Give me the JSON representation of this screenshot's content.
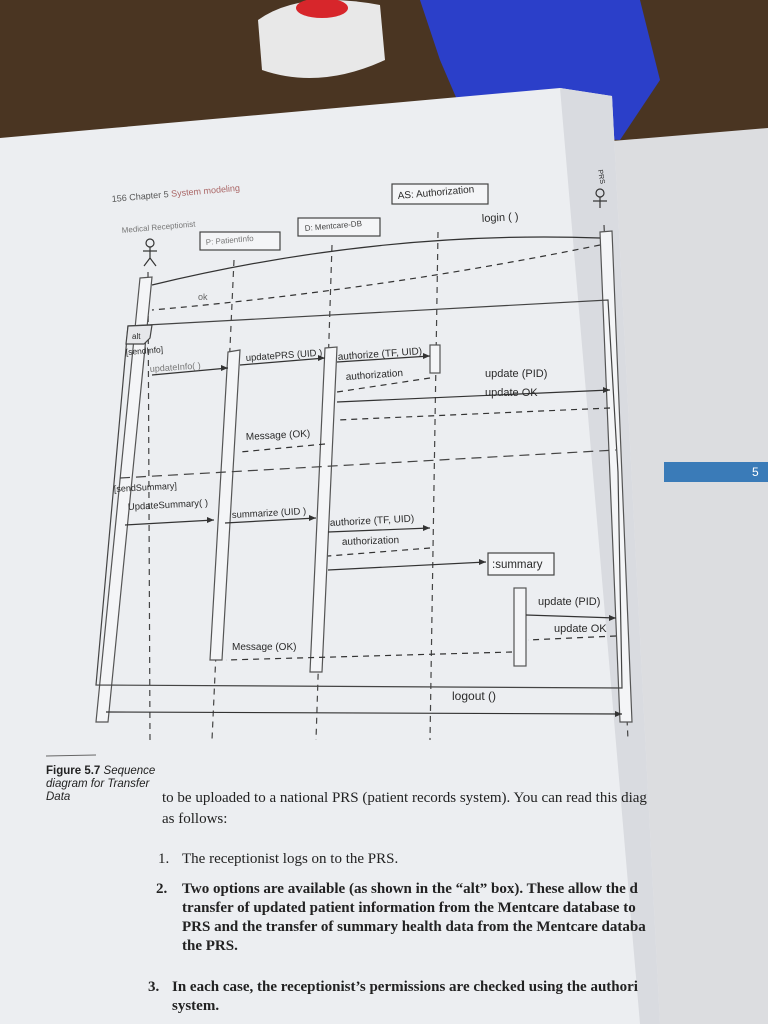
{
  "header": {
    "page_number": "156",
    "chapter": "Chapter 5",
    "section": "System modeling"
  },
  "diagram": {
    "lifelines": [
      "Medical Receptionist",
      "P: PatientInfo",
      "D: Mentcare-DB",
      "AS: Authorization",
      "PRS"
    ],
    "fragment": {
      "operator": "alt",
      "guard1": "[sendInfo]",
      "guard2": "[sendSummary]"
    },
    "messages": {
      "login": "login ( )",
      "ok": "ok",
      "updateinfo": "updateInfo( )",
      "updateprs": "updatePRS (UID )",
      "authorize1": "authorize (TF, UID)",
      "authorization1": "authorization",
      "update_pid1": "update (PID)",
      "update_ok1": "update OK",
      "message_ok1": "Message (OK)",
      "updatesummary": "UpdateSummary( )",
      "summarize": "summarize (UID )",
      "authorize2": "authorize (TF, UID)",
      "authorization2": "authorization",
      "summary": ":summary",
      "update_pid2": "update (PID)",
      "update_ok2": "update OK",
      "message_ok2": "Message (OK)",
      "logout": "logout ()"
    }
  },
  "side_tab": "5",
  "caption": {
    "label": "Figure 5.7",
    "text": "Sequence diagram for Transfer Data"
  },
  "body": {
    "intro_line1": "to be uploaded to a national PRS (patient records system). You can read this diag",
    "intro_line2": "as follows:",
    "items": [
      {
        "num": "1.",
        "text": "The receptionist logs on to the PRS."
      },
      {
        "num": "2.",
        "lines": [
          "Two options are available (as shown in the “alt” box). These allow the d",
          "transfer of updated patient information from the Mentcare database to",
          "PRS and the transfer of summary health data from the Mentcare database",
          "the PRS."
        ]
      },
      {
        "num": "3.",
        "lines": [
          "In each case, the receptionist’s permissions are checked using the authori",
          "system."
        ]
      }
    ]
  },
  "colors": {
    "tab_blue": "#3a7bb8",
    "paper": "#eeeff1",
    "ink": "#2a2a2a"
  }
}
